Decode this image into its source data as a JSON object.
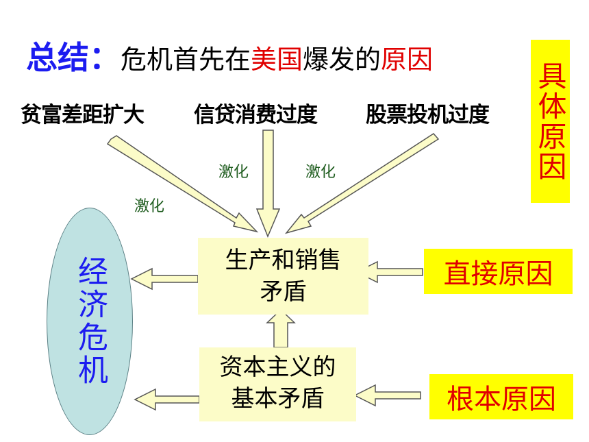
{
  "title": {
    "prefix": "总结：",
    "part1": "危机首先在",
    "highlight1": "美国",
    "part2": "爆发的",
    "highlight2": "原因"
  },
  "causes": [
    "贫富差距扩大",
    "信贷消费过度",
    "股票投机过度"
  ],
  "intensify_labels": [
    "激化",
    "激化",
    "激化"
  ],
  "side_labels": {
    "specific": "具体原因",
    "direct": "直接原因",
    "root": "根本原因"
  },
  "boxes": {
    "production_line1": "生产和销售",
    "production_line2": "矛盾",
    "basic_line1": "资本主义的",
    "basic_line2": "基本矛盾"
  },
  "crisis": "经济危机",
  "colors": {
    "title_blue": "#1c1cf0",
    "highlight_red": "#e00000",
    "label_yellow": "#ffff00",
    "box_fill": "#fcfcc8",
    "ellipse_fill": "#bfe2e2",
    "intensify_green": "#1e5c1e"
  }
}
